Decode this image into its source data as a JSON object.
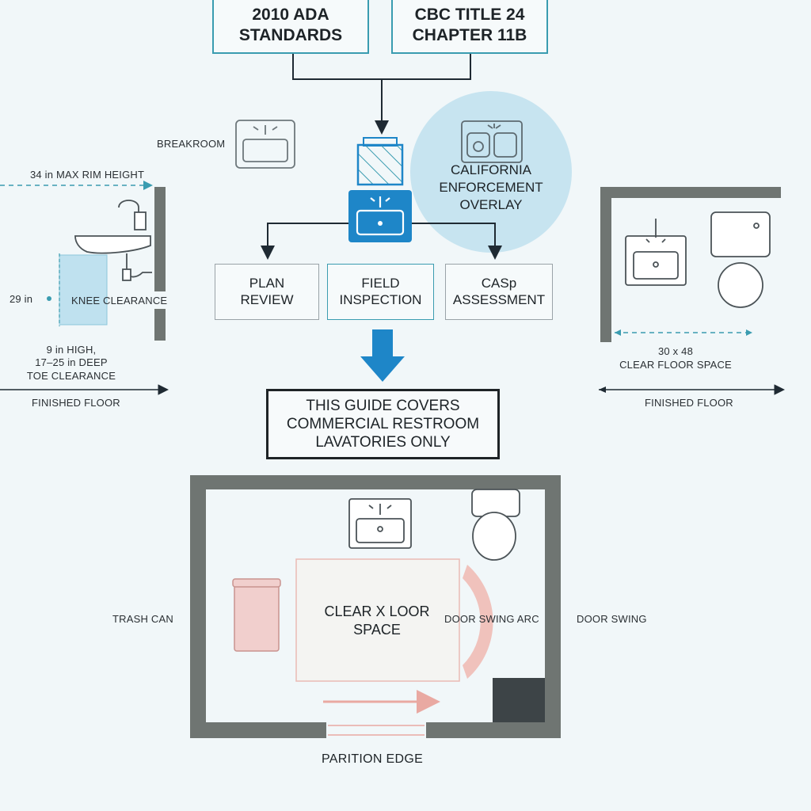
{
  "standards": {
    "ada": "2010 ADA\nSTANDARDS",
    "cbc": "CBC TITLE 24\nCHAPTER 11B"
  },
  "overlay": {
    "label": "CALIFORNIA\nENFORCEMENT\nOVERLAY"
  },
  "breakroom": {
    "label": "BREAKROOM"
  },
  "process": {
    "plan_review": "PLAN\nREVIEW",
    "field_inspection": "FIELD\nINSPECTION",
    "casp_assessment": "CASp\nASSESSMENT"
  },
  "elevation": {
    "rim_height": "34 in MAX RIM HEIGHT",
    "knee_height": "29 in",
    "knee_clearance": "KNEE CLEARANCE",
    "toe_clearance": "9 in HIGH,\n17–25 in DEEP\nTOE CLEARANCE",
    "floor": "FINISHED FLOOR"
  },
  "plan_right": {
    "clear_floor": "30 x 48\nCLEAR FLOOR SPACE",
    "floor": "FINISHED FLOOR"
  },
  "scope_note": "THIS GUIDE COVERS\nCOMMERCIAL RESTROOM\nLAVATORIES ONLY",
  "restroom": {
    "trash_can": "TRASH CAN",
    "clear_floor": "CLEAR X LOOR\nSPACE",
    "door_arc": "DOOR SWING ARC",
    "door_swing": "DOOR SWING",
    "partition": "PARITION EDGE"
  },
  "colors": {
    "accent_teal": "#3a9cb0",
    "accent_blue": "#1e86c8",
    "overlay_circle": "#bfe1ef",
    "wall_gray": "#6f7572",
    "trash_pink": "#f1cfcd",
    "door_arc_pink": "#f0b8b2"
  },
  "icons": [
    "sink-icon",
    "toilet-icon",
    "trash-can-icon",
    "down-arrow-icon",
    "glass-panel-icon"
  ]
}
